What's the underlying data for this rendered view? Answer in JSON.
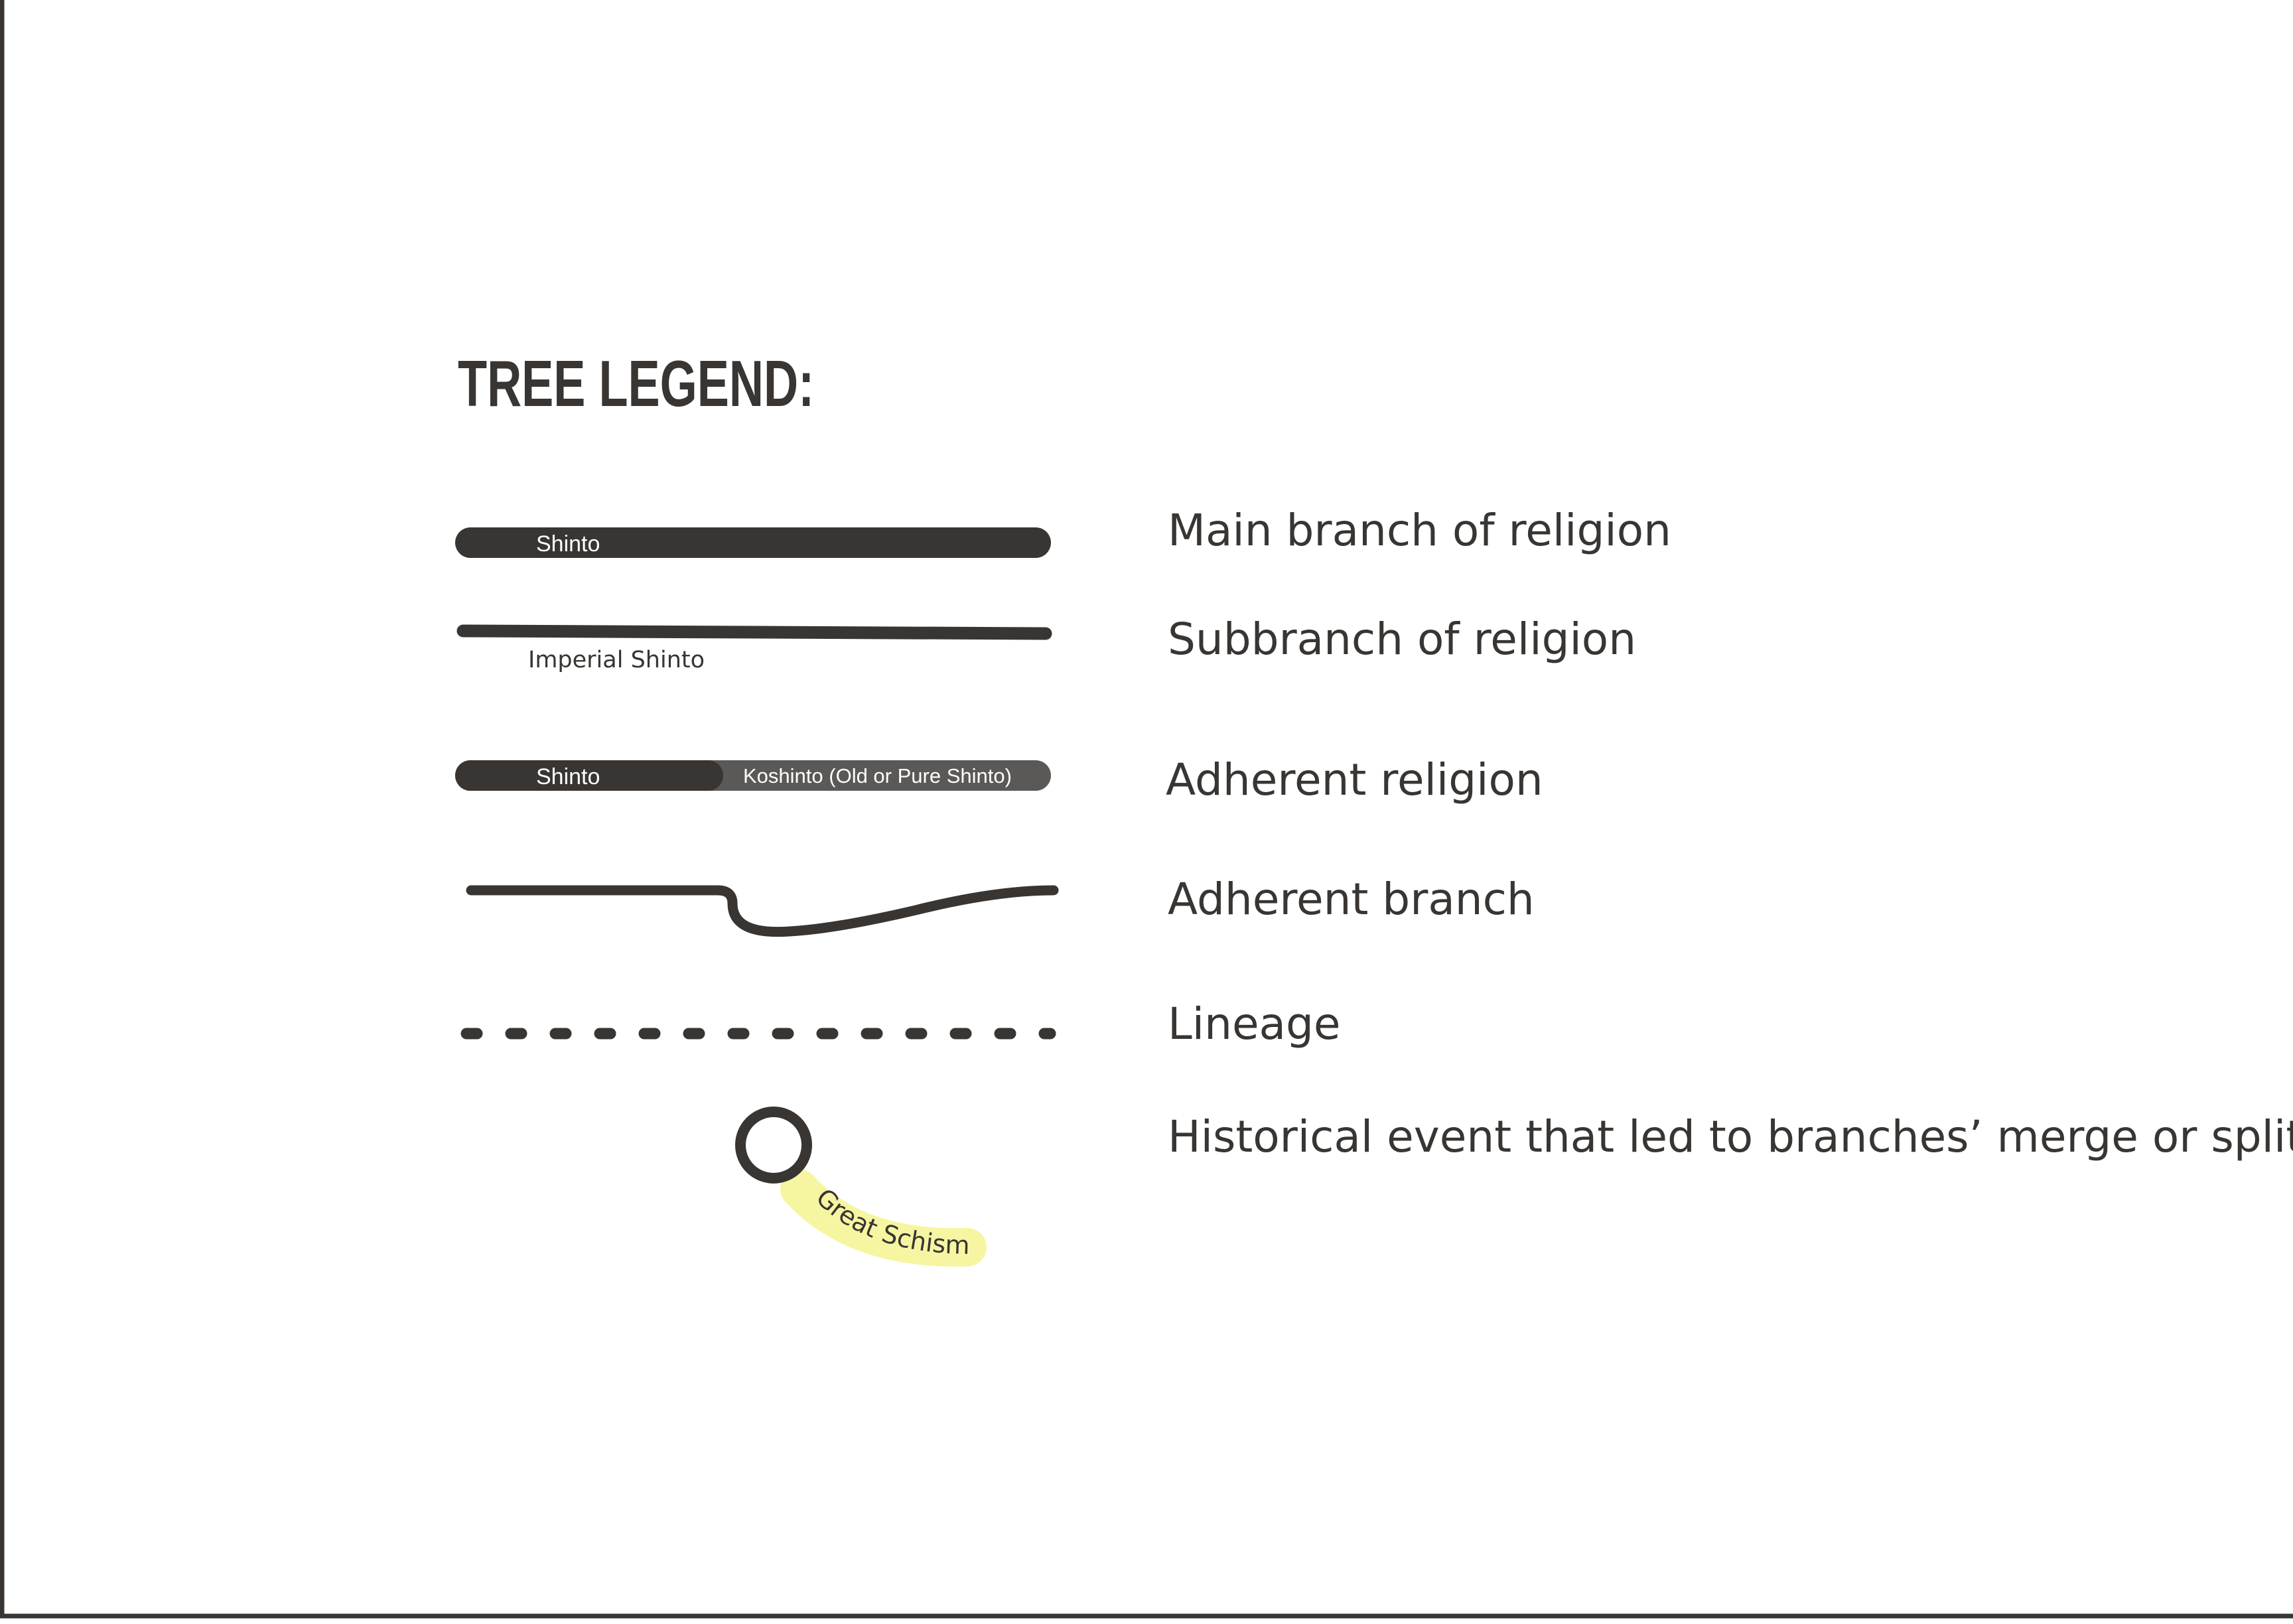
{
  "title": "TREE LEGEND:",
  "colors": {
    "ink": "#383532",
    "adherent_fill": "#5b5957",
    "highlight": "#f6f6a2",
    "background": "#ffffff",
    "bar_text": "#ffffff"
  },
  "legend": {
    "main_branch": {
      "symbol_text": "Shinto",
      "label": "Main branch of religion"
    },
    "subbranch": {
      "symbol_text": "Imperial Shinto",
      "label": "Subbranch of religion"
    },
    "adherent_religion": {
      "symbol_text_left": "Shinto",
      "symbol_text_right": "Koshinto (Old or Pure Shinto)",
      "label": "Adherent religion"
    },
    "adherent_branch": {
      "label": "Adherent branch"
    },
    "lineage": {
      "label": "Lineage"
    },
    "historical_event": {
      "symbol_text": "Great Schism",
      "label": "Historical event that led to branches’ merge or split"
    }
  }
}
